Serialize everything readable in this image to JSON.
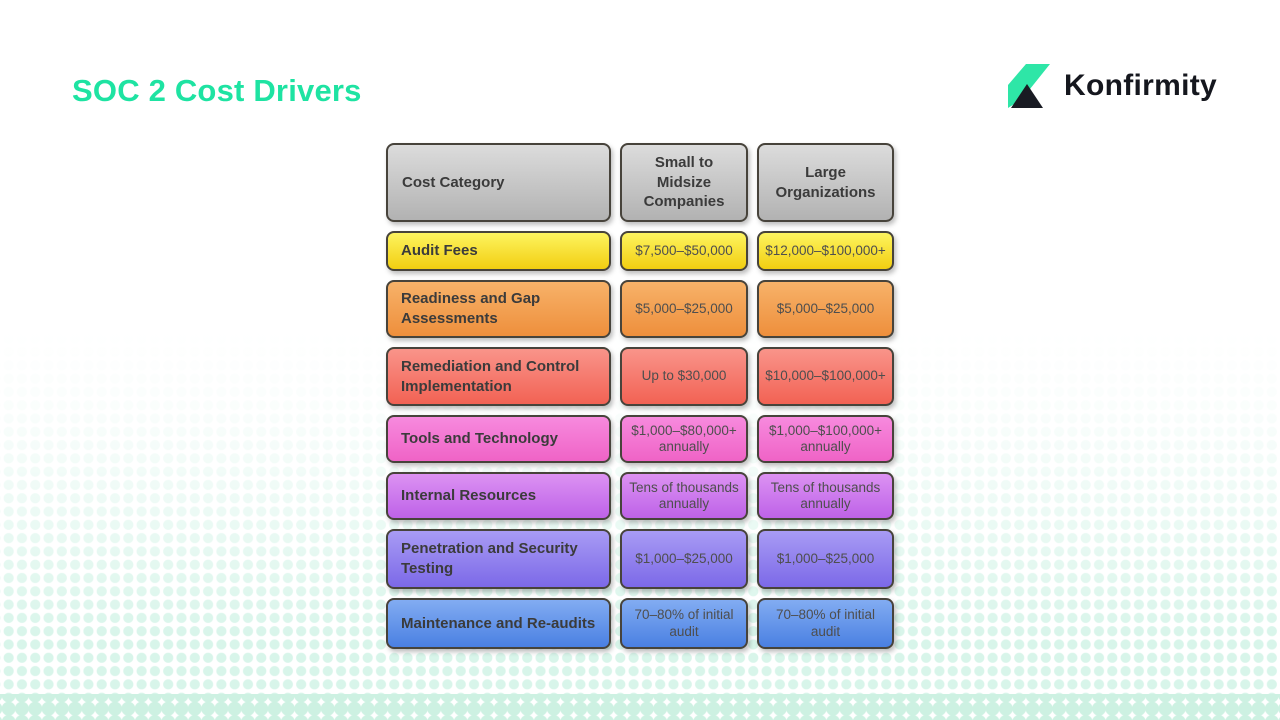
{
  "page": {
    "title": "SOC 2 Cost Drivers",
    "title_color": "#1EE3A2"
  },
  "brand": {
    "name": "Konfirmity",
    "logo_green": "#2EE6A7",
    "logo_dark": "#191B23",
    "text_color": "#15171E"
  },
  "table": {
    "border_color": "#47433B",
    "label_text_color": "#3B3B3B",
    "value_text_color": "#4E4E4E",
    "header": {
      "color_top": "#DCDCDC",
      "color_bottom": "#B2B2B2",
      "columns": [
        "Cost Category",
        "Small to Midsize Companies",
        "Large Organizations"
      ]
    },
    "rows": [
      {
        "category": "Audit Fees",
        "small": "$7,500–$50,000",
        "large": "$12,000–$100,000+",
        "color_top": "#FDF45F",
        "color_bottom": "#F2CE11"
      },
      {
        "category": "Readiness and Gap Assessments",
        "small": "$5,000–$25,000",
        "large": "$5,000–$25,000",
        "color_top": "#F7B269",
        "color_bottom": "#EE8F3C"
      },
      {
        "category": "Remediation and Control Implementation",
        "small": "Up to $30,000",
        "large": "$10,000–$100,000+",
        "color_top": "#F9948A",
        "color_bottom": "#F26254"
      },
      {
        "category": "Tools and Technology",
        "small": "$1,000–$80,000+ annually",
        "large": "$1,000–$100,000+ annually",
        "color_top": "#F78ADE",
        "color_bottom": "#EF63C6"
      },
      {
        "category": "Internal Resources",
        "small": "Tens of thousands annually",
        "large": "Tens of thousands annually",
        "color_top": "#DC92F2",
        "color_bottom": "#BE62E8"
      },
      {
        "category": "Penetration and Security Testing",
        "small": "$1,000–$25,000",
        "large": "$1,000–$25,000",
        "color_top": "#A89BF4",
        "color_bottom": "#7C69E8"
      },
      {
        "category": "Maintenance and Re-audits",
        "small": "70–80% of initial audit",
        "large": "70–80% of initial audit",
        "color_top": "#82ACF2",
        "color_bottom": "#4A80E2"
      }
    ]
  }
}
